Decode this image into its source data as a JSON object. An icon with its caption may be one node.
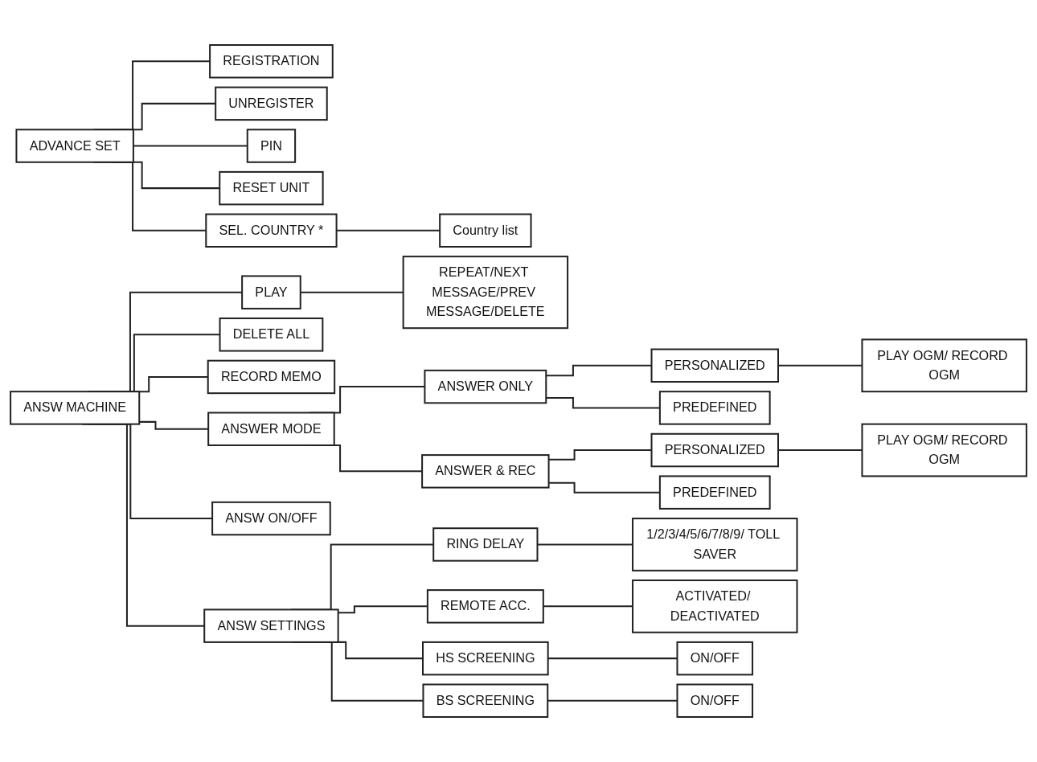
{
  "diagram": {
    "nodes": [
      {
        "text": [
          "ADVANCE SET"
        ]
      },
      {
        "text": [
          "REGISTRATION"
        ]
      },
      {
        "text": [
          "UNREGISTER"
        ]
      },
      {
        "text": [
          "PIN"
        ]
      },
      {
        "text": [
          "RESET UNIT"
        ]
      },
      {
        "text": [
          "SEL. COUNTRY *"
        ]
      },
      {
        "text": [
          "Country list"
        ]
      },
      {
        "text": [
          "ANSW MACHINE"
        ]
      },
      {
        "text": [
          "PLAY"
        ]
      },
      {
        "text": [
          "REPEAT/NEXT MESSAGE/PREV MESSAGE/DELETE"
        ]
      },
      {
        "text": [
          "DELETE ALL"
        ]
      },
      {
        "text": [
          "ANSWER ONLY"
        ]
      },
      {
        "text": [
          "PERSONALIZED"
        ]
      },
      {
        "text": [
          "PLAY OGM/ RECORD OGM"
        ]
      },
      {
        "text": [
          "RECORD MEMO"
        ]
      },
      {
        "text": [
          "PREDEFINED"
        ]
      },
      {
        "text": [
          "ANSWER MODE"
        ]
      },
      {
        "text": [
          "ANSWER & REC"
        ]
      },
      {
        "text": [
          "PERSONALIZED"
        ]
      },
      {
        "text": [
          "PLAY OGM/ RECORD OGM"
        ]
      },
      {
        "text": [
          "PREDEFINED"
        ]
      },
      {
        "text": [
          "ANSW ON/OFF"
        ]
      },
      {
        "text": [
          "RING DELAY"
        ]
      },
      {
        "text": [
          "1/2/3/4/5/6/7/8/9/ TOLL SAVER"
        ]
      },
      {
        "text": [
          "ANSW SETTINGS"
        ]
      },
      {
        "text": [
          "REMOTE ACC."
        ]
      },
      {
        "text": [
          "ACTIVATED/ DEACTIVATED"
        ]
      },
      {
        "text": [
          "HS SCREENING"
        ]
      },
      {
        "text": [
          "ON/OFF"
        ]
      },
      {
        "text": [
          "BS SCREENING"
        ]
      },
      {
        "text": [
          "ON/OFF"
        ]
      }
    ],
    "edges": [
      {
        "from": 0,
        "to": 1,
        "arrow": "none"
      },
      {
        "from": 0,
        "to": 2,
        "arrow": "none"
      },
      {
        "from": 0,
        "to": 3,
        "arrow": "none"
      },
      {
        "from": 0,
        "to": 4,
        "arrow": "none"
      },
      {
        "from": 0,
        "to": 5,
        "arrow": "none"
      },
      {
        "from": 5,
        "to": 6,
        "arrow": "none"
      },
      {
        "from": 7,
        "to": 8,
        "arrow": "none"
      },
      {
        "from": 8,
        "to": 9,
        "arrow": "none"
      },
      {
        "from": 7,
        "to": 10,
        "arrow": "none"
      },
      {
        "from": 7,
        "to": 14,
        "arrow": "none"
      },
      {
        "from": 7,
        "to": 16,
        "arrow": "none"
      },
      {
        "from": 16,
        "to": 11,
        "arrow": "none"
      },
      {
        "from": 11,
        "to": 12,
        "arrow": "none"
      },
      {
        "from": 12,
        "to": 13,
        "arrow": "none"
      },
      {
        "from": 11,
        "to": 15,
        "arrow": "none"
      },
      {
        "from": 16,
        "to": 17,
        "arrow": "none"
      },
      {
        "from": 17,
        "to": 18,
        "arrow": "none"
      },
      {
        "from": 18,
        "to": 19,
        "arrow": "none"
      },
      {
        "from": 17,
        "to": 20,
        "arrow": "none"
      },
      {
        "from": 7,
        "to": 21,
        "arrow": "none"
      },
      {
        "from": 7,
        "to": 24,
        "arrow": "none"
      },
      {
        "from": 24,
        "to": 22,
        "arrow": "none"
      },
      {
        "from": 22,
        "to": 23,
        "arrow": "none"
      },
      {
        "from": 24,
        "to": 25,
        "arrow": "none"
      },
      {
        "from": 25,
        "to": 26,
        "arrow": "none"
      },
      {
        "from": 24,
        "to": 27,
        "arrow": "none"
      },
      {
        "from": 27,
        "to": 28,
        "arrow": "none"
      },
      {
        "from": 24,
        "to": 29,
        "arrow": "none"
      },
      {
        "from": 29,
        "to": 30,
        "arrow": "none"
      }
    ]
  }
}
